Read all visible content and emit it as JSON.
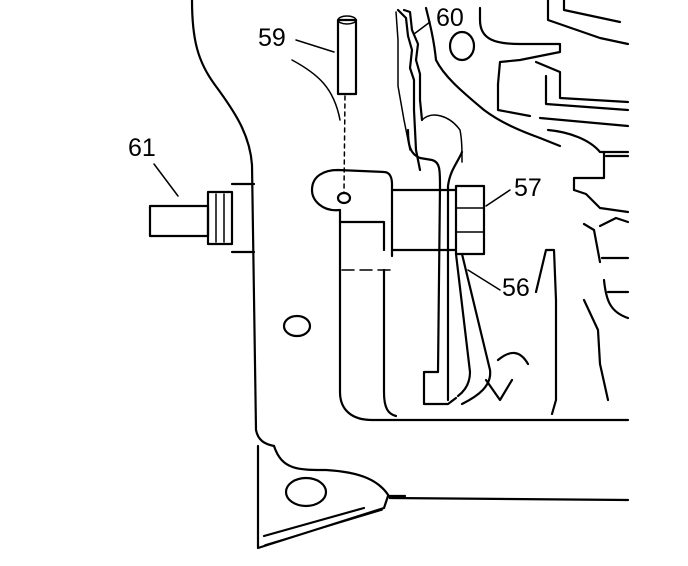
{
  "callouts": [
    {
      "id": "c61",
      "label": "61"
    },
    {
      "id": "c59",
      "label": "59"
    },
    {
      "id": "c60",
      "label": "60"
    },
    {
      "id": "c57",
      "label": "57"
    },
    {
      "id": "c56",
      "label": "56"
    }
  ]
}
